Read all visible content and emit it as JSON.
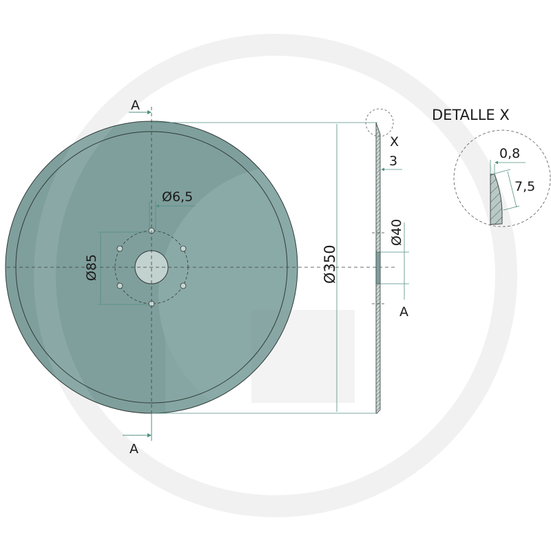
{
  "drawing": {
    "title": "DETALLE X",
    "colors": {
      "disc_fill": "#7f9f9c",
      "disc_fill_light": "#8aa9a6",
      "hub_fill": "#c2d2cf",
      "dimension_line": "#4f8f80",
      "outline": "#2a2f2e",
      "watermark": "#f2f2f2"
    },
    "section_marks": {
      "top": "A",
      "bottom": "A",
      "side": "A"
    },
    "detail_marker": "X",
    "dimensions": {
      "outer_diameter": "Ø350",
      "bolt_circle": "Ø85",
      "bolt_hole": "Ø6,5",
      "center_hole": "Ø40",
      "thickness": "3",
      "edge_thickness": "0,8",
      "bevel_length": "7,5"
    }
  }
}
